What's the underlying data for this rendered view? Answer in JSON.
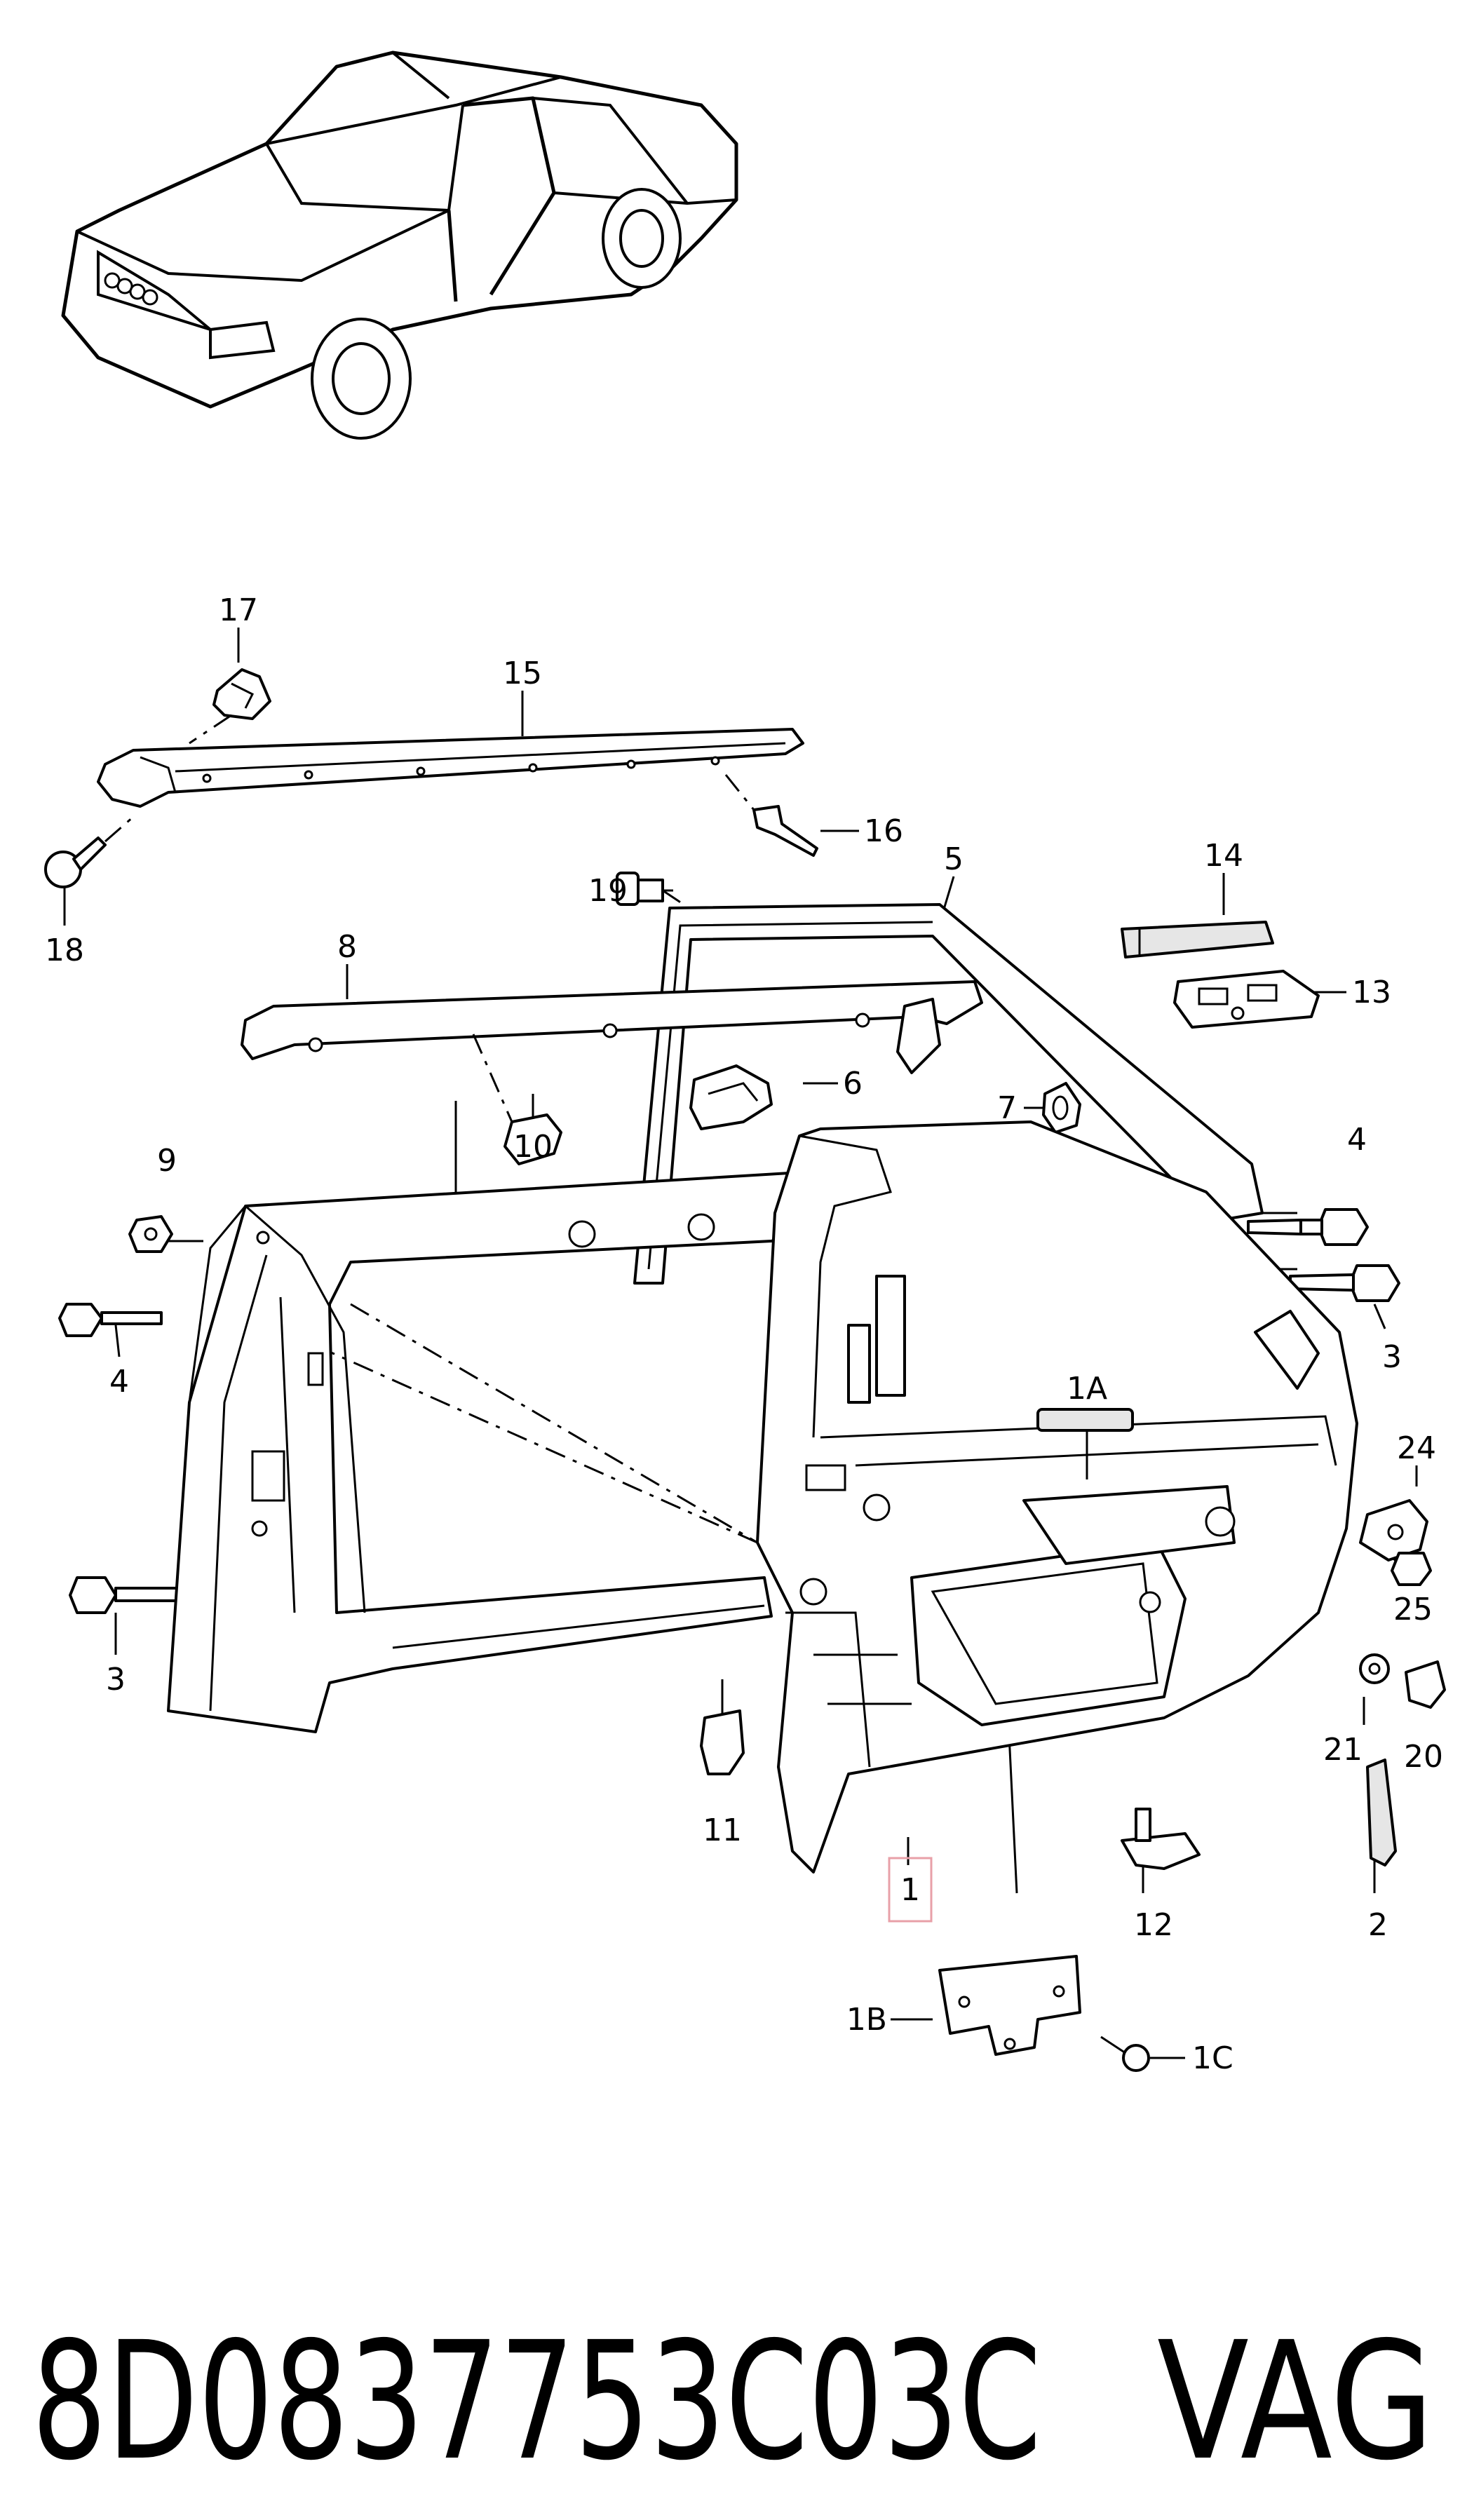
{
  "diagram": {
    "callouts": [
      {
        "id": "c17",
        "label": "17"
      },
      {
        "id": "c15",
        "label": "15"
      },
      {
        "id": "c16",
        "label": "16"
      },
      {
        "id": "c18",
        "label": "18"
      },
      {
        "id": "c19",
        "label": "19"
      },
      {
        "id": "c5",
        "label": "5"
      },
      {
        "id": "c14",
        "label": "14"
      },
      {
        "id": "c8",
        "label": "8"
      },
      {
        "id": "c13",
        "label": "13"
      },
      {
        "id": "c6",
        "label": "6"
      },
      {
        "id": "c7",
        "label": "7"
      },
      {
        "id": "c10",
        "label": "10"
      },
      {
        "id": "c9",
        "label": "9"
      },
      {
        "id": "c4a",
        "label": "4"
      },
      {
        "id": "c4b",
        "label": "4"
      },
      {
        "id": "c3a",
        "label": "3"
      },
      {
        "id": "c1A",
        "label": "1A"
      },
      {
        "id": "c24",
        "label": "24"
      },
      {
        "id": "c25",
        "label": "25"
      },
      {
        "id": "c3b",
        "label": "3"
      },
      {
        "id": "c21",
        "label": "21"
      },
      {
        "id": "c20",
        "label": "20"
      },
      {
        "id": "c11",
        "label": "11"
      },
      {
        "id": "c1",
        "label": "1"
      },
      {
        "id": "c12",
        "label": "12"
      },
      {
        "id": "c2",
        "label": "2"
      },
      {
        "id": "c1B",
        "label": "1B"
      },
      {
        "id": "c1C",
        "label": "1C"
      }
    ],
    "highlight_color": "#e8a0a8"
  },
  "footer": {
    "part_number": "8D0837753C03C",
    "brand": "VAG"
  }
}
